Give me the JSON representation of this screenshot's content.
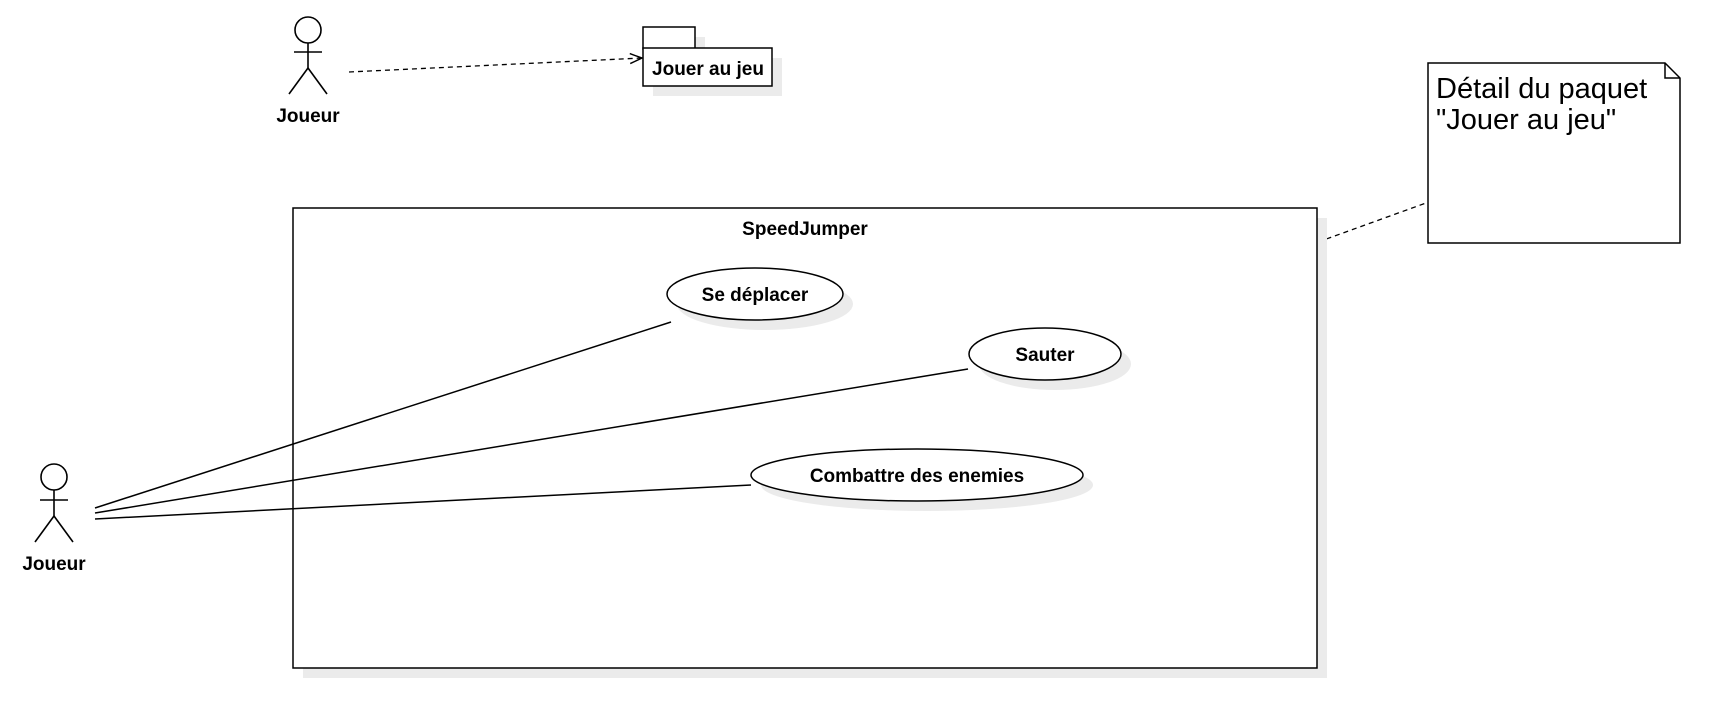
{
  "diagram": {
    "type": "uml-use-case",
    "top_actor": {
      "label": "Joueur"
    },
    "package": {
      "label": "Jouer au jeu"
    },
    "note": {
      "line1": "Détail du paquet",
      "line2": "\"Jouer au jeu\""
    },
    "system": {
      "label": "SpeedJumper"
    },
    "main_actor": {
      "label": "Joueur"
    },
    "use_cases": [
      {
        "label": "Se déplacer"
      },
      {
        "label": "Sauter"
      },
      {
        "label": "Combattre des enemies"
      }
    ]
  }
}
